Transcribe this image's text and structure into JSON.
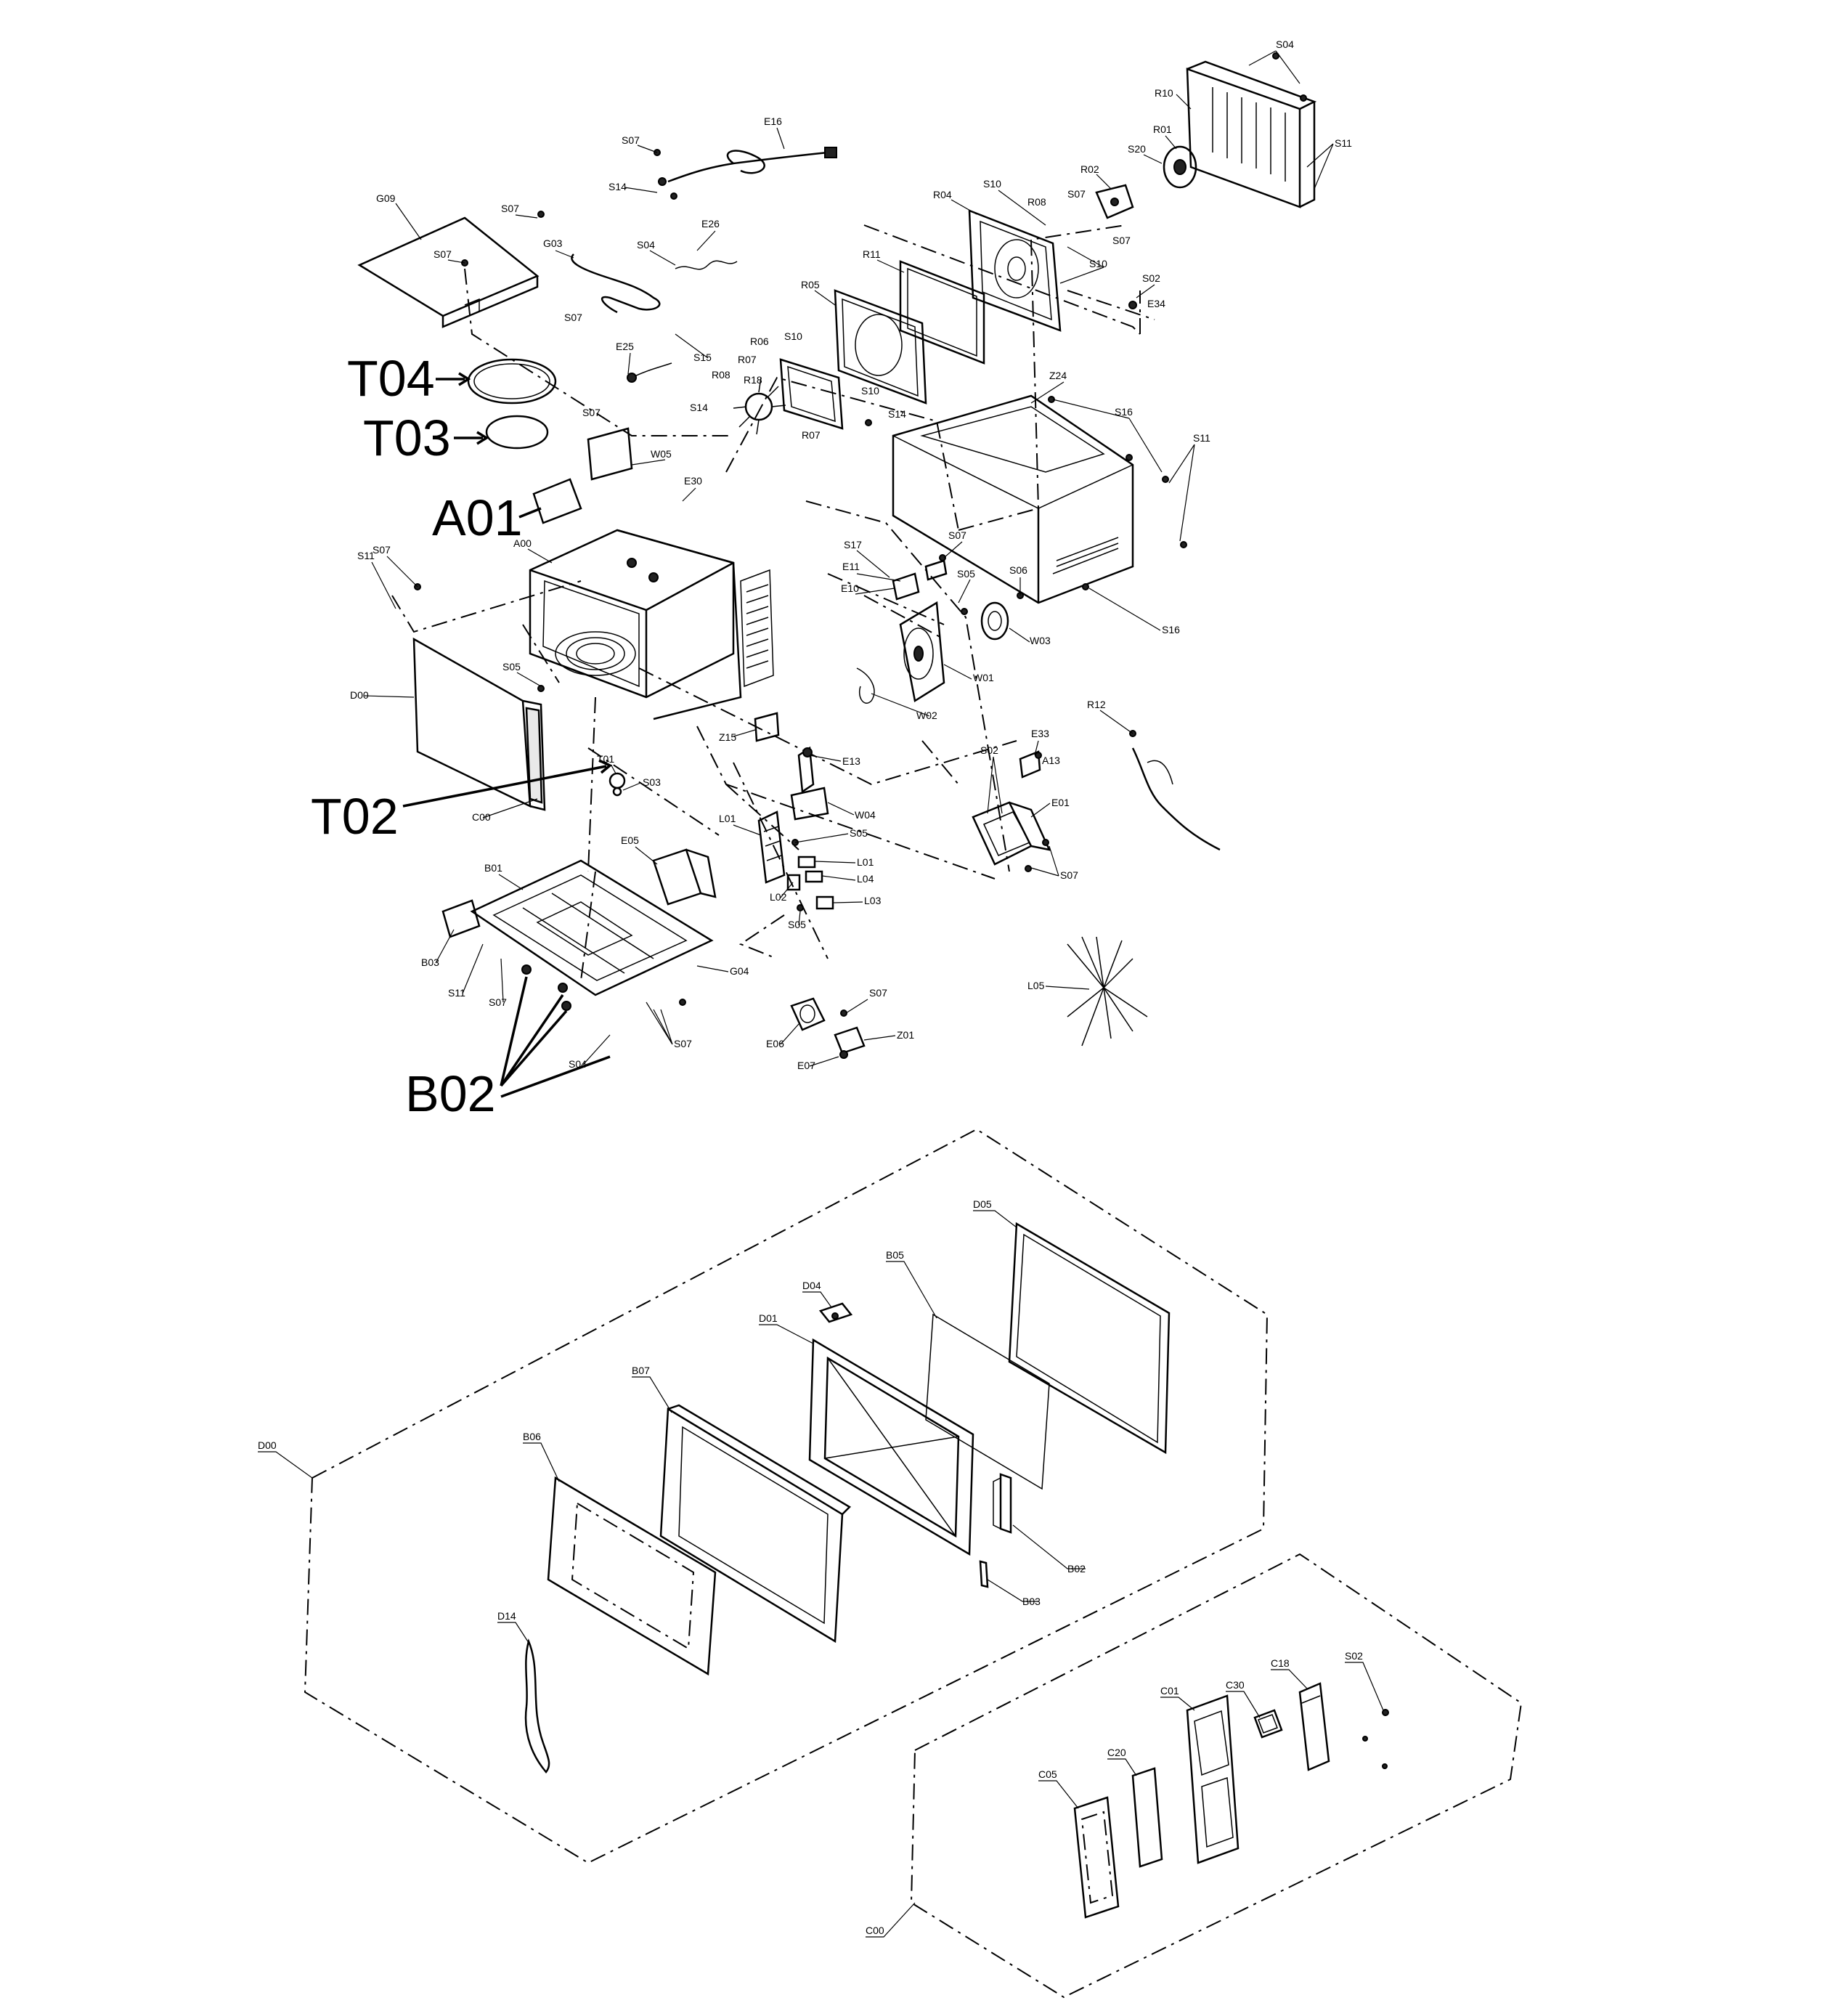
{
  "callouts": {
    "T04": "T04",
    "T03": "T03",
    "A01": "A01",
    "T02": "T02",
    "B02": "B02"
  },
  "labels": {
    "S04_top": "S04",
    "R10": "R10",
    "S11_top": "S11",
    "R01": "R01",
    "S20": "S20",
    "E16": "E16",
    "S07_a": "S07",
    "S14_a": "S14",
    "R02": "R02",
    "S07_b": "S07",
    "R04": "R04",
    "S10_a": "S10",
    "R08_a": "R08",
    "S07_c": "S07",
    "G09": "G09",
    "S07_d": "S07",
    "G03": "G03",
    "S04_b": "S04",
    "E26": "E26",
    "S07_e": "S07",
    "R11": "R11",
    "S10_b": "S10",
    "S02_a": "S02",
    "E34": "E34",
    "R05": "R05",
    "S07_f": "S07",
    "E25": "E25",
    "S15": "S15",
    "R06": "R06",
    "S10_c": "S10",
    "R07_a": "R07",
    "R08_b": "R08",
    "R18": "R18",
    "S10_d": "S10",
    "S14_b": "S14",
    "S14_c": "S14",
    "R07_b": "R07",
    "Z24": "Z24",
    "S16_a": "S16",
    "S11_b": "S11",
    "S07_g": "S07",
    "W05": "W05",
    "E30": "E30",
    "A00": "A00",
    "S11_c": "S11",
    "S07_h": "S07",
    "S17": "S17",
    "S07_i": "S07",
    "E11": "E11",
    "E10": "E10",
    "S05_a": "S05",
    "S06": "S06",
    "W03": "W03",
    "S16_b": "S16",
    "W01": "W01",
    "D00_a": "D00",
    "S05_b": "S05",
    "W02": "W02",
    "R12": "R12",
    "Z15": "Z15",
    "S02_b": "S02",
    "E33": "E33",
    "A13": "A13",
    "E13": "E13",
    "T01": "T01",
    "S03": "S03",
    "W04": "W04",
    "E01": "E01",
    "C00": "C00",
    "L01_a": "L01",
    "S05_c": "S05",
    "E05": "E05",
    "L01_b": "L01",
    "L04": "L04",
    "B01": "B01",
    "L02": "L02",
    "L03": "L03",
    "S07_j": "S07",
    "S05_d": "S05",
    "B03": "B03",
    "G04": "G04",
    "S11_d": "S11",
    "S07_k": "S07",
    "S07_l": "S07",
    "L05": "L05",
    "S07_m": "S07",
    "E06": "E06",
    "Z01": "Z01",
    "S04_c": "S04",
    "E07": "E07",
    "D05": "D05",
    "D04": "D04",
    "B05": "B05",
    "D01": "D01",
    "B07": "B07",
    "D00_b": "D00",
    "B06": "B06",
    "B02_small": "B02",
    "B03_small": "B03",
    "D14": "D14",
    "C18": "C18",
    "S02_c": "S02",
    "C01": "C01",
    "C30": "C30",
    "C05": "C05",
    "C20": "C20",
    "C00_b": "C00"
  }
}
